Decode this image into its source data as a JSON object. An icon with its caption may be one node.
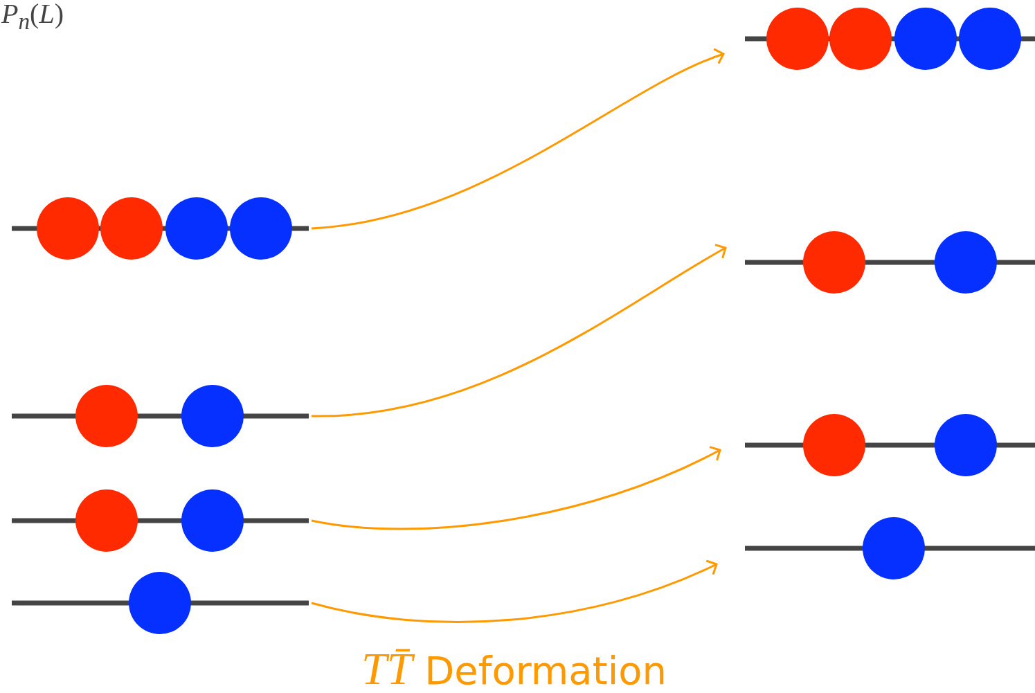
{
  "diagram": {
    "nodes": [
      {
        "text": [],
        "shape": "picture"
      },
      {
        "text": [],
        "shape": "picture"
      },
      {
        "text": [],
        "shape": "picture"
      },
      {
        "text": [],
        "shape": "picture"
      },
      {
        "text": [],
        "shape": "picture"
      },
      {
        "text": [],
        "shape": "picture"
      },
      {
        "text": [],
        "shape": "picture"
      },
      {
        "text": [],
        "shape": "picture"
      }
    ],
    "edges": [
      {
        "from": 0,
        "to": 4,
        "arrow": "to"
      },
      {
        "from": 1,
        "to": 5,
        "arrow": "to"
      },
      {
        "from": 2,
        "to": 6,
        "arrow": "to"
      },
      {
        "from": 3,
        "to": 7,
        "arrow": "to"
      }
    ],
    "labels": [
      "*P*$_{n}$(*L*)",
      "*TT̄* Deformation"
    ]
  }
}
